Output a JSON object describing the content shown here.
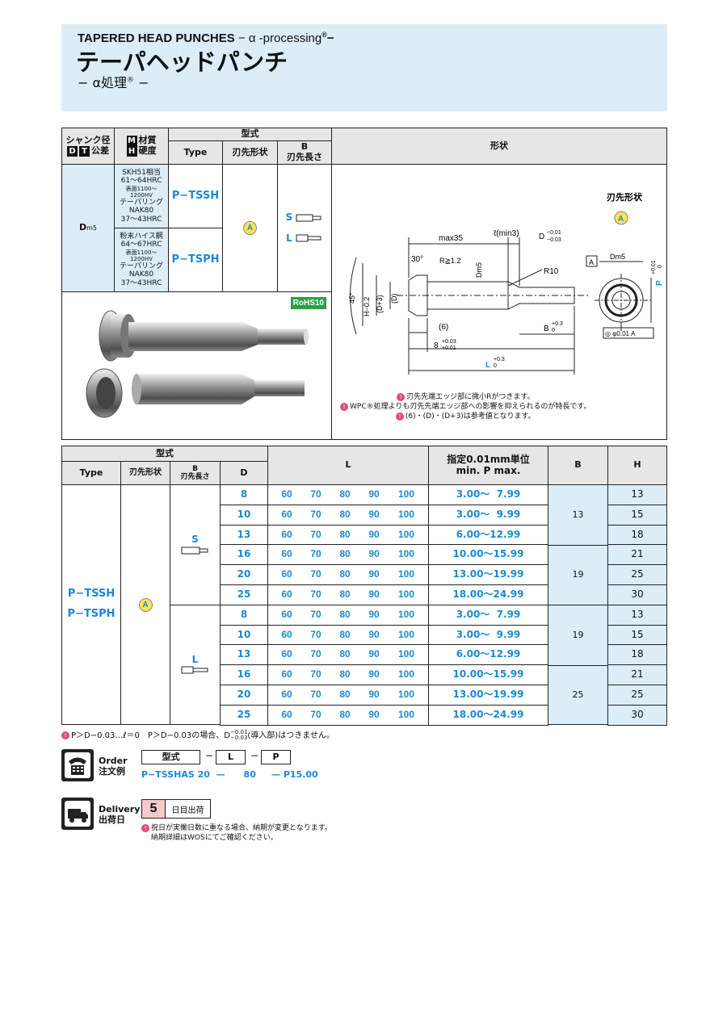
{
  "header": {
    "title_en": "TAPERED HEAD PUNCHES",
    "title_en_suffix": "− α -processing",
    "title_en_mark": "®",
    "title_en_tail": "−",
    "title_jp": "テーパヘッドパンチ",
    "subtitle": "− α処理",
    "subtitle_mark": "®",
    "subtitle_tail": " −"
  },
  "spec_table": {
    "h_shank_1": "シャンク径",
    "h_shank_2_box": "D",
    "h_shank_2_box2": "T",
    "h_shank_2_text": "公差",
    "h_mat_box": "M",
    "h_mat": "材質",
    "h_hard_box": "H",
    "h_hard": "硬度",
    "h_katashiki": "型式",
    "h_type": "Type",
    "h_tip_shape": "刃先形状",
    "h_b": "B",
    "h_b_sub": "刃先長さ",
    "h_shape": "形状",
    "shank": "D",
    "shank_sub": "m5",
    "mat1": [
      "SKH51相当",
      "61〜64HRC",
      "表面1100〜1200HV",
      "テーパリング",
      "NAK80",
      "37〜43HRC"
    ],
    "mat2": [
      "粉末ハイス鋼",
      "64〜67HRC",
      "表面1100〜1200HV",
      "テーパリング",
      "NAK80",
      "37〜43HRC"
    ],
    "type1": "P−TSSH",
    "type2": "P−TSPH",
    "tip_badge": "A",
    "b_s": "S",
    "b_l": "L",
    "rohs": "RoHS10"
  },
  "drawing": {
    "tip_label": "刃先形状",
    "tip_badge": "A",
    "max35": "max35",
    "lmin3": "ℓ(min3)",
    "d_tol": "D",
    "d_tol_up": "−0.01",
    "d_tol_dn": "−0.03",
    "angle30": "30°",
    "r12": "R≧1.2",
    "dm5": "Dm5",
    "r10": "R10",
    "angle45": "45°",
    "h02": "H−0.2",
    "d3": "(D+3)",
    "d": "(D)",
    "six": "(6)",
    "eight": "8",
    "eight_up": "+0.03",
    "eight_dn": "+0.01",
    "b03": "B",
    "b03_up": "+0.3",
    "b03_dn": "0",
    "l03": "L",
    "l03_up": "+0.3",
    "l03_dn": "0",
    "ref_a": "A",
    "dm5_r": "Dm5",
    "p_tol": "P",
    "p_tol_up": "+0.01",
    "p_tol_dn": "0",
    "conc": "◎ φ0.01  A",
    "notes": [
      "刃先先端エッジ部に微小Rがつきます。",
      "WPC®処理よりも刃先先端エッジ部への影響を抑えられるのが特長です。",
      "(6)・(D)・(D+3)は参考値となります。"
    ]
  },
  "size_table": {
    "h_katashiki": "型式",
    "h_type": "Type",
    "h_tip": "刃先形状",
    "h_b": "B",
    "h_b_sub": "刃先長さ",
    "h_d": "D",
    "h_l": "L",
    "h_p1": "指定0.01mm単位",
    "h_p2": "min.  P  max.",
    "h_bcol": "B",
    "h_h": "H",
    "type1": "P−TSSH",
    "type2": "P−TSPH",
    "badge": "A",
    "s_label": "S",
    "l_label": "L",
    "rows": [
      {
        "d": "8",
        "l": [
          "60",
          "70",
          "80",
          "90",
          "100"
        ],
        "p": "3.00〜  7.99",
        "h": "13"
      },
      {
        "d": "10",
        "l": [
          "60",
          "70",
          "80",
          "90",
          "100"
        ],
        "p": "3.00〜  9.99",
        "h": "15"
      },
      {
        "d": "13",
        "l": [
          "60",
          "70",
          "80",
          "90",
          "100"
        ],
        "p": "6.00〜12.99",
        "h": "18"
      },
      {
        "d": "16",
        "l": [
          "60",
          "70",
          "80",
          "90",
          "100"
        ],
        "p": "10.00〜15.99",
        "h": "21"
      },
      {
        "d": "20",
        "l": [
          "60",
          "70",
          "80",
          "90",
          "100"
        ],
        "p": "13.00〜19.99",
        "h": "25"
      },
      {
        "d": "25",
        "l": [
          "60",
          "70",
          "80",
          "90",
          "100"
        ],
        "p": "18.00〜24.99",
        "h": "30"
      },
      {
        "d": "8",
        "l": [
          "60",
          "70",
          "80",
          "90",
          "100"
        ],
        "p": "3.00〜  7.99",
        "h": "13"
      },
      {
        "d": "10",
        "l": [
          "60",
          "70",
          "80",
          "90",
          "100"
        ],
        "p": "3.00〜  9.99",
        "h": "15"
      },
      {
        "d": "13",
        "l": [
          "60",
          "70",
          "80",
          "90",
          "100"
        ],
        "p": "6.00〜12.99",
        "h": "18"
      },
      {
        "d": "16",
        "l": [
          "60",
          "70",
          "80",
          "90",
          "100"
        ],
        "p": "10.00〜15.99",
        "h": "21"
      },
      {
        "d": "20",
        "l": [
          "60",
          "70",
          "80",
          "90",
          "100"
        ],
        "p": "13.00〜19.99",
        "h": "25"
      },
      {
        "d": "25",
        "l": [
          "60",
          "70",
          "80",
          "90",
          "100"
        ],
        "p": "18.00〜24.99",
        "h": "30"
      }
    ],
    "b_groups": [
      "13",
      "19",
      "19",
      "25"
    ],
    "footnote": "P＞D−0.03…ℓ＝0　P＞D−0.03の場合、D",
    "footnote_up": "−0.01",
    "footnote_dn": "−0.03",
    "footnote_tail": "(導入部)はつきません。"
  },
  "order": {
    "label_en": "Order",
    "label_jp": "注文例",
    "h1": "型式",
    "sep": "−",
    "h2": "L",
    "h3": "P",
    "example": "P−TSSHAS 20  —      80     — P15.00"
  },
  "delivery": {
    "label_en": "Delivery",
    "label_jp": "出荷日",
    "days": "5",
    "text": "日目出荷",
    "note1": "祝日が実働日数に重なる場合、納期が変更となります。",
    "note2": "納期詳細はWOSにてご確認ください。"
  }
}
